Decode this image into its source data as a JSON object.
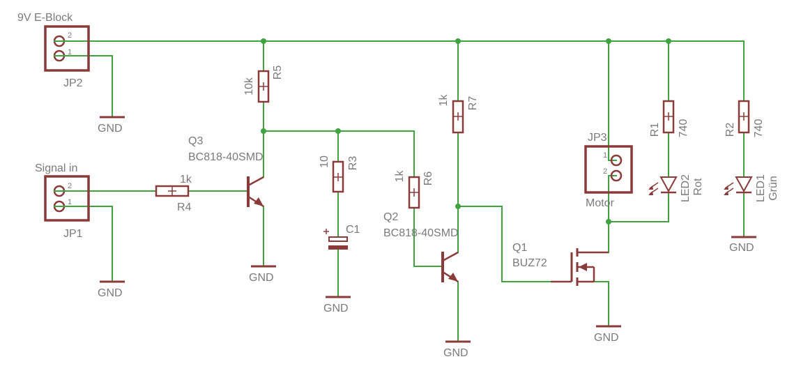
{
  "colors": {
    "wire": "#3fa33f",
    "part": "#8b3a3a",
    "text": "#7a7a7a"
  },
  "labels": {
    "jp2_title": "9V E-Block",
    "jp2_name": "JP2",
    "jp2_pin2": "2",
    "jp2_pin1": "1",
    "jp1_title": "Signal in",
    "jp1_name": "JP1",
    "jp1_pin2": "2",
    "jp1_pin1": "1",
    "jp3_name": "JP3",
    "jp3_title": "Motor",
    "jp3_pin1": "1",
    "jp3_pin2": "2",
    "r5_value": "10k",
    "r5_name": "R5",
    "r4_value": "1k",
    "r4_name": "R4",
    "r3_value": "10",
    "r3_name": "R3",
    "r6_value": "1k",
    "r6_name": "R6",
    "r7_value": "1k",
    "r7_name": "R7",
    "r1_name": "R1",
    "r1_value": "740",
    "r2_name": "R2",
    "r2_value": "740",
    "c1_name": "C1",
    "q3_name": "Q3",
    "q3_value": "BC818-40SMD",
    "q2_name": "Q2",
    "q2_value": "BC818-40SMD",
    "q1_name": "Q1",
    "q1_value": "BUZ72",
    "led2_name": "LED2",
    "led2_value": "Rot",
    "led1_name": "LED1",
    "led1_value": "Grün",
    "gnd": "GND"
  }
}
